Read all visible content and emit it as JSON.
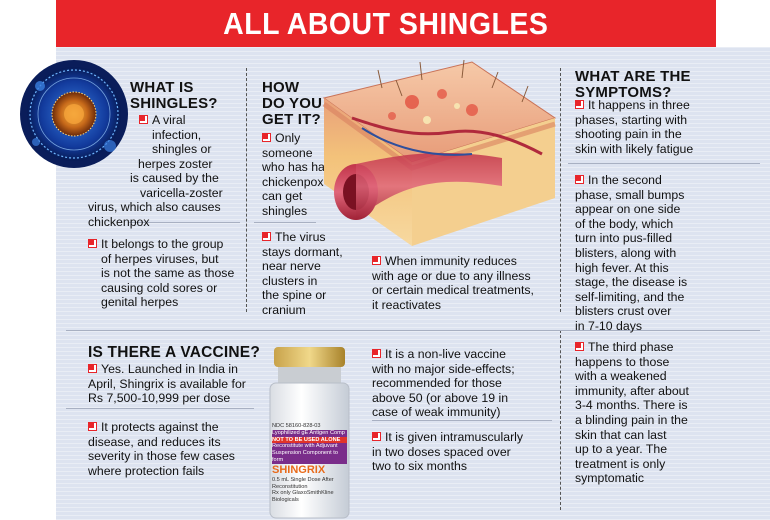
{
  "title": "ALL ABOUT SHINGLES",
  "what_is": {
    "heading_line1": "WHAT IS",
    "heading_line2": "SHINGLES?",
    "p1_lines": [
      "A viral",
      "infection,",
      "shingles or",
      "herpes zoster",
      "is caused by the",
      "varicella-zoster",
      "virus, which also causes",
      "chickenpox"
    ],
    "p2_lines": [
      "It belongs to the group",
      "of herpes viruses, but",
      "is not the same as those",
      "causing cold sores or",
      "genital herpes"
    ]
  },
  "how": {
    "heading_lines": [
      "HOW",
      "DO YOU",
      "GET IT?"
    ],
    "p1_lines": [
      "Only",
      "someone",
      "who has had",
      "chickenpox",
      "can get",
      "shingles"
    ],
    "p2_lines": [
      "The virus",
      "stays dormant,",
      "near nerve",
      "clusters in",
      "the spine or",
      "cranium"
    ],
    "p3_lines": [
      "When immunity reduces",
      "with age or due to any illness",
      "or certain medical treatments,",
      "it reactivates"
    ]
  },
  "symptoms": {
    "heading_lines": [
      "WHAT ARE THE",
      "SYMPTOMS?"
    ],
    "p1_lines": [
      "It happens in three",
      "phases, starting with",
      "shooting pain in the",
      "skin with likely fatigue"
    ],
    "p2_lines": [
      "In the second",
      "phase, small bumps",
      "appear on one side",
      "of the body, which",
      "turn into pus-filled",
      "blisters, along with",
      "high fever. At this",
      "stage, the disease is",
      "self-limiting, and the",
      "blisters crust over",
      "in 7-10 days"
    ],
    "p3_lines": [
      "The third phase",
      "happens to those",
      "with a weakened",
      "immunity, after about",
      "3-4 months. There is",
      "a blinding pain in the",
      "skin that can last",
      "up to a year. The",
      "treatment is only",
      "symptomatic"
    ]
  },
  "vaccine": {
    "heading": "IS THERE A VACCINE?",
    "p1_lines": [
      "Yes. Launched in India in",
      "April, Shingrix is available for",
      "Rs 7,500-10,999 per dose"
    ],
    "p2_lines": [
      "It protects against the",
      "disease, and reduces its",
      "severity in those few cases",
      "where protection fails"
    ],
    "p3_lines": [
      "It is a non-live vaccine",
      "with no major side-effects;",
      "recommended for those",
      "above 50 (or above 19 in",
      "case of weak immunity)"
    ],
    "p4_lines": [
      "It is given intramuscularly",
      "in two doses spaced over",
      "two to six months"
    ]
  },
  "vial_label": {
    "ndc": "NDC 58160-828-03",
    "line1": "Lyophilized gE Antigen Comp",
    "line2": "NOT TO BE USED ALONE",
    "line3": "Reconstitute with Adjuvant",
    "line4": "Suspension Component to form",
    "brand": "SHINGRIX",
    "line5": "0.5 mL Single Dose After Reconstitution",
    "line6": "Rx only GlaxoSmithKline Biologicals"
  },
  "colors": {
    "accent": "#e8252a",
    "panel": "#dde3f0"
  },
  "icons": [
    "virus-illustration",
    "skin-cross-section-illustration",
    "vaccine-vial-illustration",
    "checkmark-bullet-icon"
  ]
}
